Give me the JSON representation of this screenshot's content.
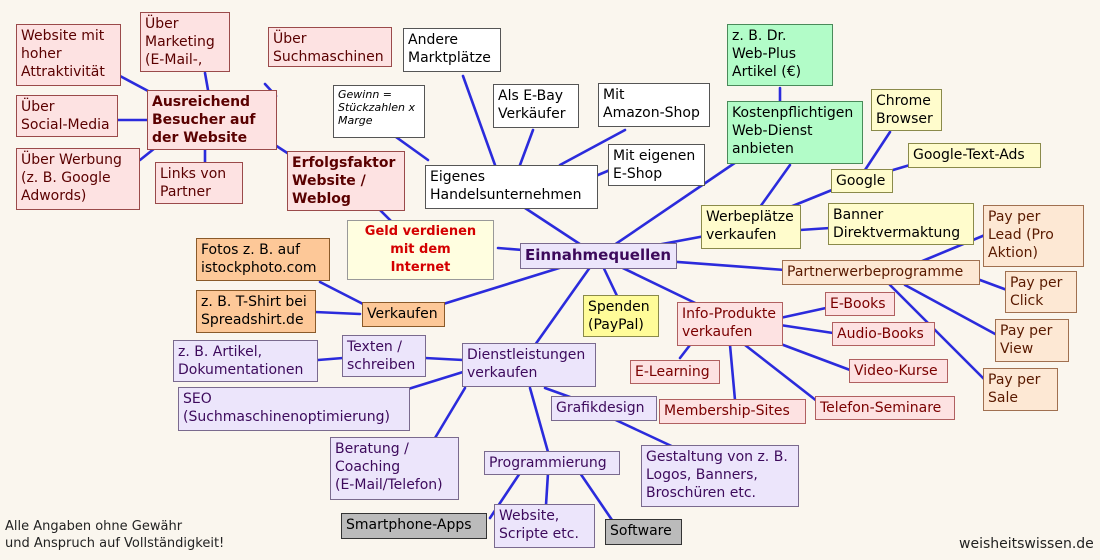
{
  "center": "Einnahmequellen",
  "nodes": {
    "website_attraktiv": "Website mit\nhoher\nAttraktivität",
    "marketing": "Über Marketing\n(E-Mail-,\nArtikel)",
    "suchmaschinen": "Über\nSuchmaschinen",
    "social": "Über\nSocial-Media",
    "besucher": "Ausreichend\nBesucher auf\nder Website",
    "werbung": "Über Werbung\n(z. B. Google\nAdwords)",
    "links": "Links von\nPartner",
    "erfolg": "Erfolgsfaktor\nWebsite /\nWeblog",
    "andere_markt": "Andere\nMarktplätze",
    "gewinn": "Gewinn =\nStückzahlen x\nMarge",
    "ebay": "Als E-Bay\nVerkäufer",
    "amazon": "Mit\nAmazon-Shop",
    "eshop": "Mit eigenen\nE-Shop",
    "handel": "Eigenes\nHandelsunternehmen",
    "dr_web": "z. B. Dr.\nWeb-Plus\nArtikel (€)",
    "kostenpflicht": "Kostenpflichtigen\nWeb-Dienst\nanbieten",
    "chrome": "Chrome\nBrowser",
    "google_text": "Google-Text-Ads",
    "google": "Google",
    "werbeplaetze": "Werbeplätze\nverkaufen",
    "banner": "Banner\nDirektvermaktung",
    "geld": "Geld verdienen\nmit dem\nInternet",
    "fotos": "Fotos z. B. auf\nistockphoto.com",
    "tshirt": "z. B. T-Shirt bei\nSpreadshirt.de",
    "verkaufen": "Verkaufen",
    "spenden": "Spenden\n(PayPal)",
    "partner": "Partnerwerbeprogramme",
    "pay_lead": "Pay per\nLead (Pro\nAktion)",
    "pay_click": "Pay per\nClick",
    "pay_view": "Pay per\nView",
    "pay_sale": "Pay per\nSale",
    "info": "Info-Produkte\nverkaufen",
    "ebooks": "E-Books",
    "audio": "Audio-Books",
    "video": "Video-Kurse",
    "elearning": "E-Learning",
    "membership": "Membership-Sites",
    "telefon_sem": "Telefon-Seminare",
    "artikel_doku": "z. B. Artikel,\nDokumentationen",
    "texten": "Texten /\nschreiben",
    "dienst": "Dienstleistungen\nverkaufen",
    "seo": "SEO\n(Suchmaschinenoptimierung)",
    "grafik": "Grafikdesign",
    "gestaltung": "Gestaltung von z. B.\nLogos, Banners,\nBroschüren etc.",
    "beratung": "Beratung /\nCoaching\n(E-Mail/Telefon)",
    "programmierung": "Programmierung",
    "smartphone": "Smartphone-Apps",
    "website_script": "Website,\nScripte etc.",
    "software": "Software"
  },
  "footer": {
    "disclaimer": "Alle Angaben ohne Gewähr\nund Anspruch auf Vollständigkeit!",
    "site": "weisheitswissen.de"
  },
  "colors": {
    "edge": "#2b2bdc",
    "background": "#faf6ee"
  }
}
